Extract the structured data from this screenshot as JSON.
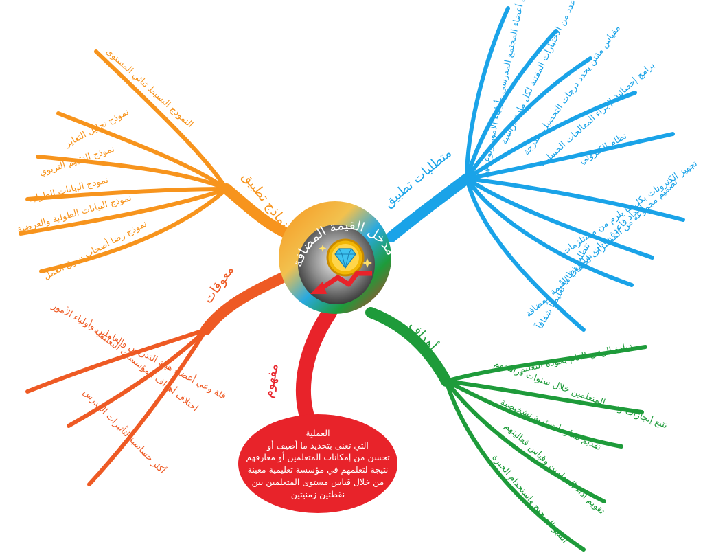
{
  "center": {
    "title": "مدخل القيمة المضافة"
  },
  "colors": {
    "orange": "#f7941d",
    "blue": "#1aa3e8",
    "green": "#1e9b3a",
    "red": "#e8232a",
    "redorange": "#ee5a24"
  },
  "branches": {
    "models": {
      "title": "نماذج تطبيق",
      "items": [
        "النموذج البسيط ثنائي المستوى",
        "نموذج تحليل التغاير",
        "نموذج التقييم التربوي",
        "نموذج البيانات الطولية",
        "نموذج البيانات الطولية والعرضية",
        "نموذج رضا أصحاب سوق العمل"
      ]
    },
    "requirements": {
      "title": "متطلبات تطبيق",
      "items": [
        "تأهيل أعضاء المجتمع المدرسي وأولياء الأمور وتوعيتهم",
        "عدد من الاختبارات المقننة لكل مادة دراسية",
        "مقياس مقنن يحدد درجات التحصيل متدرجة",
        "برامج إحصائية لإجراء المعالجات الحسابية",
        "نظام الكتروني",
        "تجهيز الكترونات بكل ما يلزم من مستلزمات",
        "إعداد قاعدة بيانات شاملة",
        "تصميم مجموعة من المؤشرات لحساب القيمة المضافة",
        "تتطلب نظاماً تعليمياً شفافاً"
      ]
    },
    "obstacles": {
      "title": "معوقات",
      "items": [
        "قلة وعي أعضاء هيئة التدريس والعاملين وأولياء الأمور",
        "اختلاف أهداف المؤسسات التعليمية",
        "أكثر حساسية لتأثيرات المدرس"
      ]
    },
    "goals": {
      "title": "أهداف",
      "items": [
        "زيادة الوعي العام بجودة التعليم",
        "تتبع إنجازات ونمو المتعلمين خلال سنوات دراستهم",
        "تقديم معلومات ثرية تشخيصية",
        "تقويم أداء المعلمين وقياس فعاليتهم",
        "التنبؤ الصحيح واستخدام الخبرة"
      ]
    },
    "concept": {
      "title": "مفهوم",
      "lines": [
        "العملية",
        "التي تعنى بتحديد ما أضيف أو",
        "تحسن من إمكانات المتعلمين أو معارفهم",
        "نتيجة لتعلمهم في مؤسسة تعليمية معينة",
        "من خلال قياس مستوى المتعلمين بين",
        "نقطتين زمنيتين"
      ]
    }
  }
}
